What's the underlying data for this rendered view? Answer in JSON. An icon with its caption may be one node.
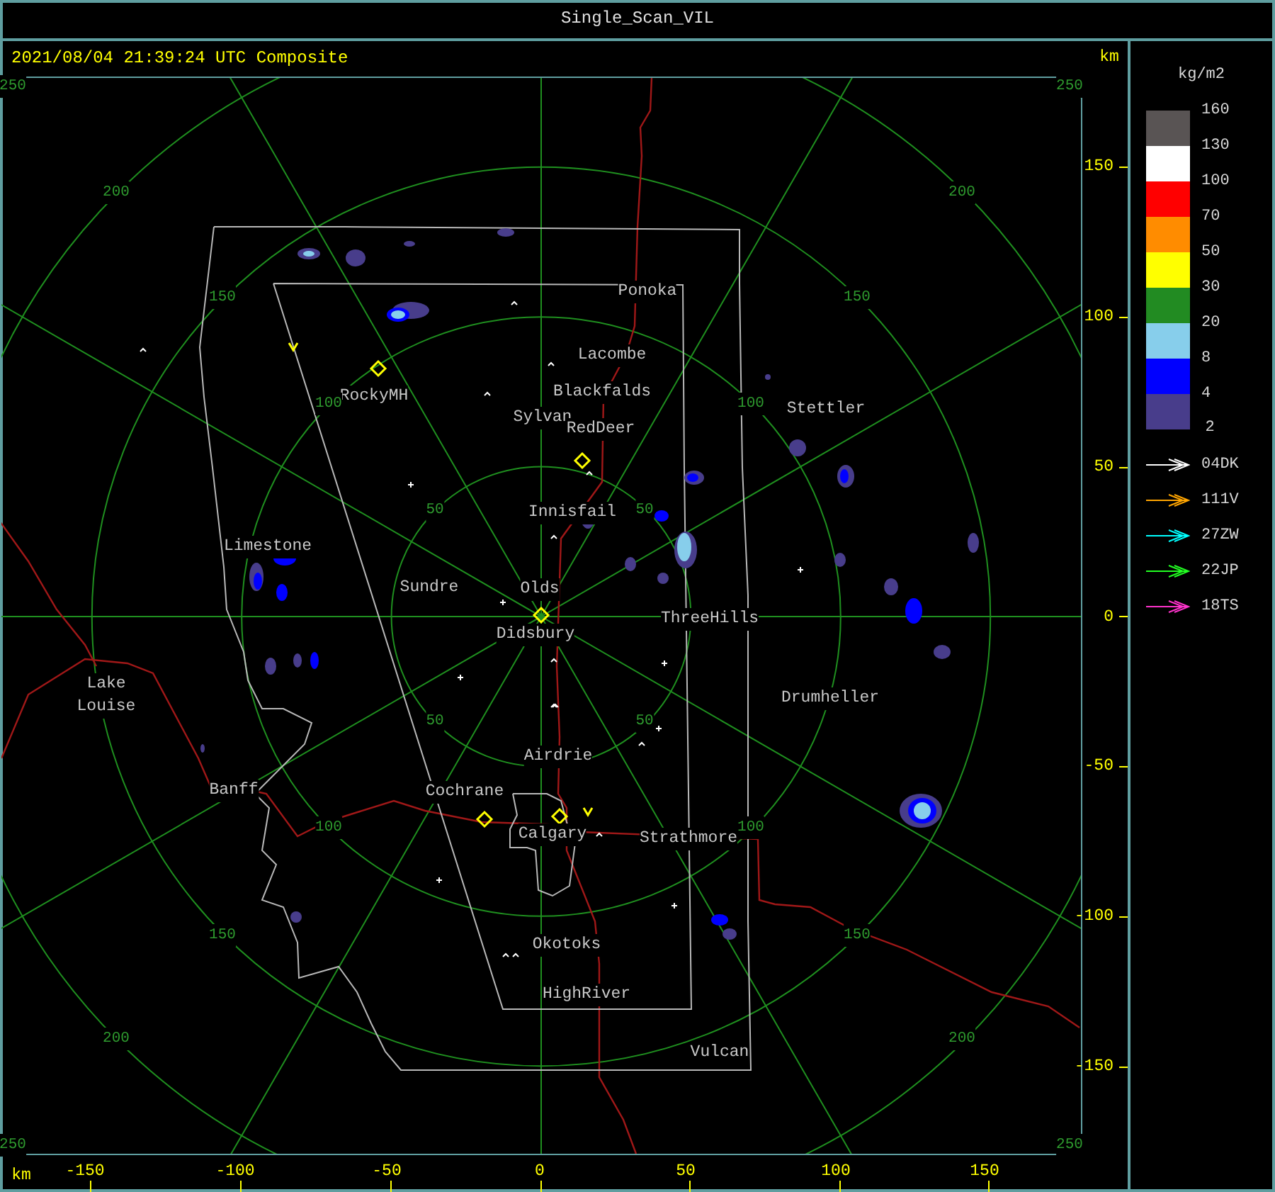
{
  "diagram": {
    "title": "Single_Scan_VIL",
    "labels": [
      "2021/08/04 21:39:24 UTC Composite",
      "km",
      "250",
      "250",
      "kg/m2",
      "150",
      "200",
      "200",
      "Ponoka",
      "150",
      "150",
      "100",
      "Lacombe",
      "RockyMH",
      "Blackfalds",
      "100",
      "100",
      "Stettler",
      "Sylvan",
      "RedDeer",
      "50",
      "50",
      "Innisfail",
      "50",
      "Limestone",
      "Sundre",
      "Olds",
      "ThreeHills",
      "0",
      "Didsbury",
      "Lake Louise",
      "Drumheller",
      "50",
      "50",
      "Airdrie",
      "-50",
      "Banff",
      "Cochrane",
      "100",
      "100",
      "Calgary",
      "Strathmore",
      "-100",
      "150",
      "150",
      "Okotoks",
      "HighRiver",
      "200",
      "200",
      "Vulcan",
      "-150",
      "250",
      "250",
      "km",
      "-150",
      "-100",
      "-50",
      "0",
      "50",
      "100",
      "150",
      "2"
    ],
    "legend": [
      {
        "text": "160",
        "color": "#595454"
      },
      {
        "text": "130",
        "color": "#ffffff"
      },
      {
        "text": "100",
        "color": "#ff0000"
      },
      {
        "text": "70",
        "color": "#ff8c00"
      },
      {
        "text": "50",
        "color": "#ffff00"
      },
      {
        "text": "30",
        "color": "#228b22"
      },
      {
        "text": "20",
        "color": "#87ceeb"
      },
      {
        "text": "8",
        "color": "#0000ff"
      },
      {
        "text": "4",
        "color": "#483d8b"
      },
      {
        "text": "04DK"
      },
      {
        "text": "111V"
      },
      {
        "text": "27ZW"
      },
      {
        "text": "22JP"
      },
      {
        "text": "18TS"
      }
    ]
  }
}
